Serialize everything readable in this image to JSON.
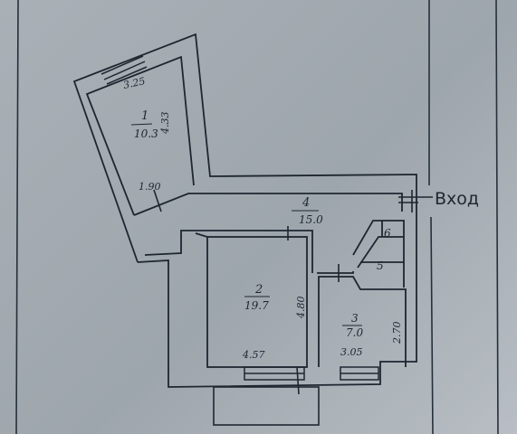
{
  "colors": {
    "paper": "#a9b0b6",
    "ink": "#1e2630"
  },
  "entrance_label": "Вход",
  "rooms": [
    {
      "number": "1",
      "area": "10.3",
      "dims": [
        "3.25",
        "4.33",
        "1.90"
      ]
    },
    {
      "number": "2",
      "area": "19.7",
      "dims": [
        "4.80",
        "4.57"
      ]
    },
    {
      "number": "3",
      "area": "7.0",
      "dims": [
        "2.70",
        "3.05"
      ]
    },
    {
      "number": "4",
      "area": "15.0",
      "dims": []
    },
    {
      "number": "5",
      "area": "",
      "dims": []
    },
    {
      "number": "6",
      "area": "",
      "dims": []
    }
  ]
}
